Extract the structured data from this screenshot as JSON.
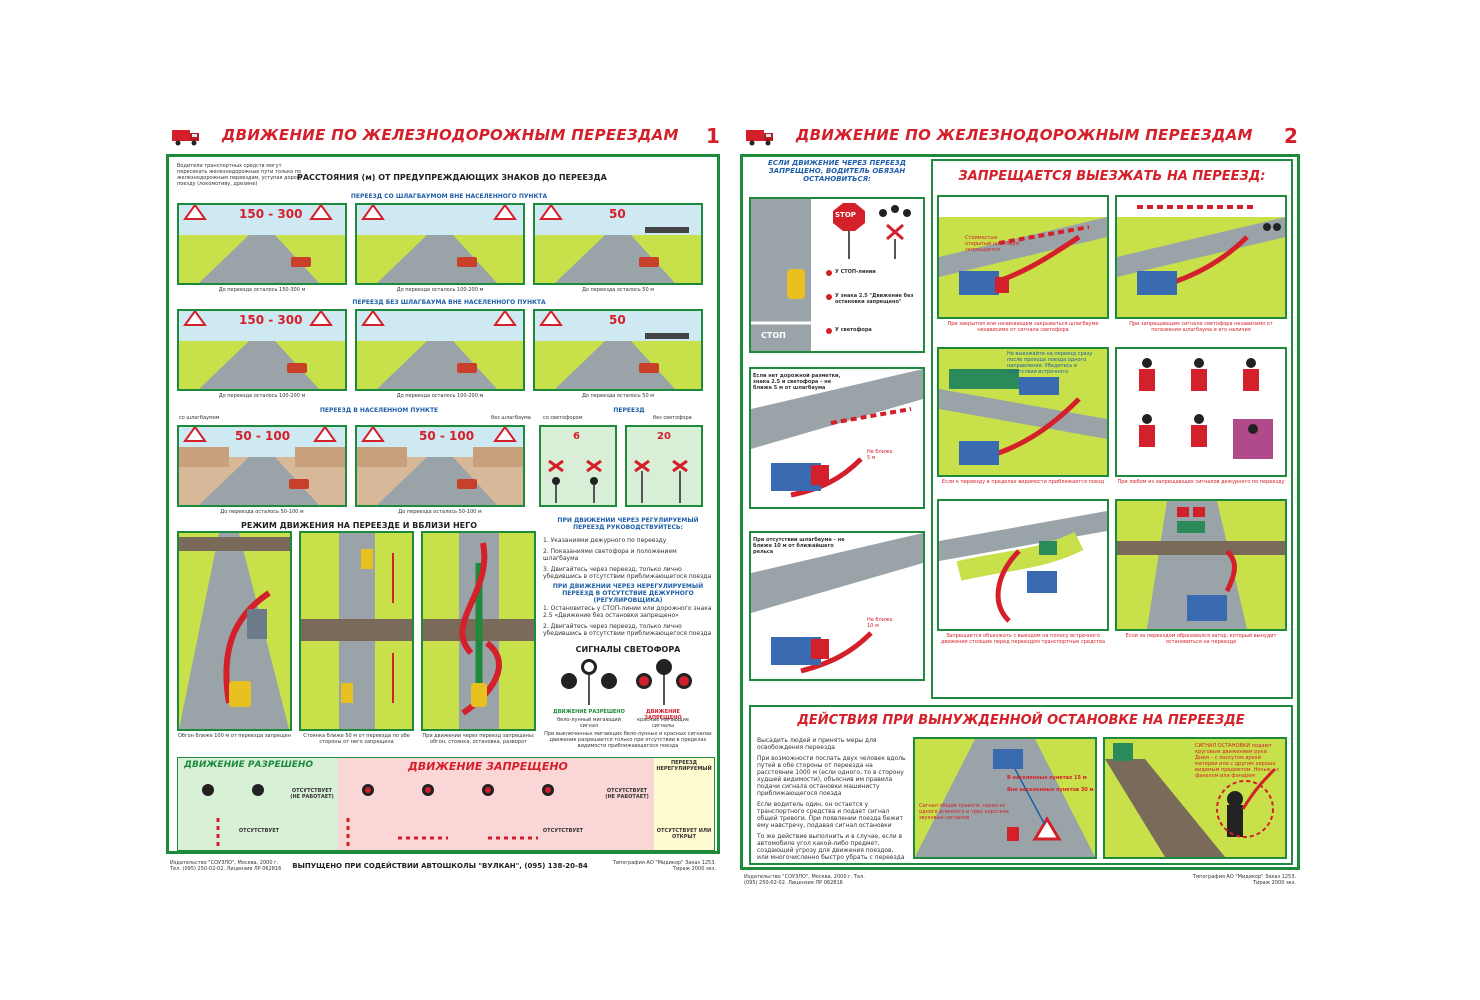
{
  "poster1": {
    "title": "ДВИЖЕНИЕ ПО ЖЕЛЕЗНОДОРОЖНЫМ ПЕРЕЕЗДАМ",
    "number": "1",
    "intro_text": "Водители транспортных средств могут пересекать железнодорожные пути только по железнодорожным переездам, уступая дорогу поезду (локомотиву, дрезине)",
    "distances_heading": "РАССТОЯНИЯ (м) ОТ ПРЕДУПРЕЖДАЮЩИХ ЗНАКОВ ДО ПЕРЕЕЗДА",
    "row1_heading": "ПЕРЕЕЗД СО ШЛАГБАУМОМ ВНЕ НАСЕЛЕННОГО ПУНКТА",
    "row2_heading": "ПЕРЕЕЗД БЕЗ ШЛАГБАУМА ВНЕ НАСЕЛЕННОГО ПУНКТА",
    "row3_heading": "ПЕРЕЕЗД В НАСЕЛЕННОМ ПУНКТЕ",
    "row3_left_label": "со шлагбаумом",
    "row3_mid_label": "без шлагбаума",
    "row3_right_heading": "ПЕРЕЕЗД",
    "row3_right_a": "со светофором",
    "row3_right_b": "без светофора",
    "dist_150_300": "150 - 300",
    "dist_50": "50",
    "dist_50_100": "50 - 100",
    "dist_6": "6",
    "dist_20": "20",
    "cap_150_300": "До переезда осталось 150-300 м",
    "cap_100_200": "До переезда осталось 100-200 м",
    "cap_50": "До переезда осталось 50 м",
    "cap_50_100": "До переезда осталось 50-100 м",
    "regime_heading": "РЕЖИМ ДВИЖЕНИЯ НА ПЕРЕЕЗДЕ И ВБЛИЗИ НЕГО",
    "regime_cap1": "Обгон ближе 100 м от переезда запрещен",
    "regime_cap2": "Стоянка ближе 50 м от переезда по обе стороны от него запрещена",
    "regime_cap3": "При движении через переезд запрещены: обгон, стоянка, остановка, разворот",
    "rules_heading1": "ПРИ ДВИЖЕНИИ ЧЕРЕЗ РЕГУЛИРУЕМЫЙ ПЕРЕЕЗД РУКОВОДСТВУЙТЕСЬ:",
    "rules_list1": [
      "1. Указаниями дежурного по переезду",
      "2. Показаниями светофора и положением шлагбаума",
      "3. Двигайтесь через переезд, только лично убедившись в отсутствии приближающегося поезда"
    ],
    "rules_heading2": "ПРИ ДВИЖЕНИИ ЧЕРЕЗ НЕРЕГУЛИРУЕМЫЙ ПЕРЕЕЗД В ОТСУТСТВИЕ ДЕЖУРНОГО (РЕГУЛИРОВЩИКА)",
    "rules_list2": [
      "1. Остановитесь у СТОП-линии или дорожного знака 2.5 «Движение без остановки запрещено»",
      "2. Двигайтесь через переезд, только лично убедившись в отсутствии приближающегося поезда"
    ],
    "signals_heading": "СИГНАЛЫ СВЕТОФОРА",
    "signal_allowed": "ДВИЖЕНИЕ РАЗРЕШЕНО",
    "signal_allowed_sub": "бело-лунный мигающий сигнал",
    "signal_forbidden": "ДВИЖЕНИЕ ЗАПРЕЩЕНО",
    "signal_forbidden_sub": "красные мигающие сигналы",
    "signals_note": "При выключенных мигающих бело-лунных и красных сигналах движение разрешается только при отсутствии в пределах видимости приближающегося поезда",
    "table_allowed": "ДВИЖЕНИЕ РАЗРЕШЕНО",
    "table_forbidden": "ДВИЖЕНИЕ ЗАПРЕЩЕНО",
    "table_unreg": "ПЕРЕЕЗД НЕРЕГУЛИРУЕМЫЙ",
    "table_absent": "ОТСУТСТВУЕТ",
    "table_absent_off": "ОТСУТСТВУЕТ (НЕ РАБОТАЕТ)",
    "table_absent_open": "ОТСУТСТВУЕТ ИЛИ ОТКРЫТ",
    "footer_left": "Издательство \"СОУЗЛО\", Москва, 2000 г. Тел. (095) 250-02-02. Лицензия ЛР 062816",
    "footer_center": "ВЫПУЩЕНО ПРИ СОДЕЙСТВИИ АВТОШКОЛЫ \"ВУЛКАН\", (095) 138-20-84",
    "footer_right": "Типография АО \"Мидикор\" Заказ 1253. Тираж 2000 экз."
  },
  "poster2": {
    "title": "ДВИЖЕНИЕ ПО ЖЕЛЕЗНОДОРОЖНЫМ ПЕРЕЕЗДАМ",
    "number": "2",
    "stop_heading": "ЕСЛИ ДВИЖЕНИЕ ЧЕРЕЗ ПЕРЕЕЗД ЗАПРЕЩЕНО, ВОДИТЕЛЬ ОБЯЗАН ОСТАНОВИТЬСЯ:",
    "stop_sign": "STOP",
    "stop_line": "СТОП",
    "stop_items": [
      "У СТОП-линии",
      "У знака 2.5 \"Движение без остановки запрещено\"",
      "У светофора"
    ],
    "forbidden_heading": "ЗАПРЕЩАЕТСЯ ВЫЕЗЖАТЬ НА ПЕРЕЕЗД:",
    "f1_note": "Стоимостью открытый шлагбаум запрещается",
    "f1_cap": "При закрытом или начинающем закрываться шлагбауме независимо от сигнала светофора",
    "f2_cap": "При запрещающем сигнале светофора независимо от положения шлагбаума и его наличия",
    "f3_note": "Не выезжайте на переезд сразу после прохода поезда одного направления. Убедитесь в отсутствии встречного",
    "f3_cap": "Если к переезду в пределах видимости приближается поезд",
    "f4_cap": "При любом из запрещающих сигналов дежурного по переезду",
    "dist_note1": "Если нет дорожной разметки, знака 2.5 и светофора – не ближе 5 м от шлагбаума",
    "dist_5": "Не ближе 5 м",
    "dist_note2": "При отсутствии шлагбаума – не ближе 10 м от ближайшего рельса",
    "dist_10": "Не ближе 10 м",
    "f5_cap": "Запрещается объезжать с выездом на полосу встречного движения стоящие перед переездом транспортные средства",
    "f6_cap": "Если за переездом образовался затор, который вынудит остановиться на переезде",
    "emergency_heading": "ДЕЙСТВИЯ ПРИ ВЫНУЖДЕННОЙ ОСТАНОВКЕ НА ПЕРЕЕЗДЕ",
    "emergency_list": [
      "Высадить людей и принять меры для освобождения переезда",
      "При возможности послать двух человек вдоль путей в обе стороны от переезда на расстояние 1000 м (если одного, то в сторону худшей видимости), объяснив им правила подачи сигнала остановки машинисту приближающегося поезда",
      "Если водитель один, он остается у транспортного средства и подает сигнал общей тревоги. При появлении поезда бежит ему навстречу, подавая сигнал остановки",
      "То же действие выполнить и в случае, если в автомобиле угол какой-либо предмет, создающий угрозу для движения поездов, или многочисленно быстро убрать с переезда"
    ],
    "e1_note1": "В населенных пунктах 15 м",
    "e1_note2": "Вне населенных пунктов 30 м",
    "e1_note3": "Сигнал общей тревоги: серия из одного длинного и трех коротких звуковых сигналов",
    "e2_note": "СИГНАЛ ОСТАНОВКИ подают круговым движением руки. Днем – с лоскутом яркой материи или с другим хорошо видимым предметом. Ночью – с факелом или фонарем",
    "footer_left": "Издательство \"СОУЗЛО\", Москва, 2000 г. Тел. (095) 250-02-02. Лицензия ЛР 062816",
    "footer_right": "Типография АО \"Мидикор\" Заказ 1253. Тираж 2000 экз."
  },
  "colors": {
    "red": "#d4202a",
    "green": "#1e8a3c",
    "blue": "#1f5fa8",
    "grass": "#c8e04a",
    "sky": "#cfe9f3"
  }
}
